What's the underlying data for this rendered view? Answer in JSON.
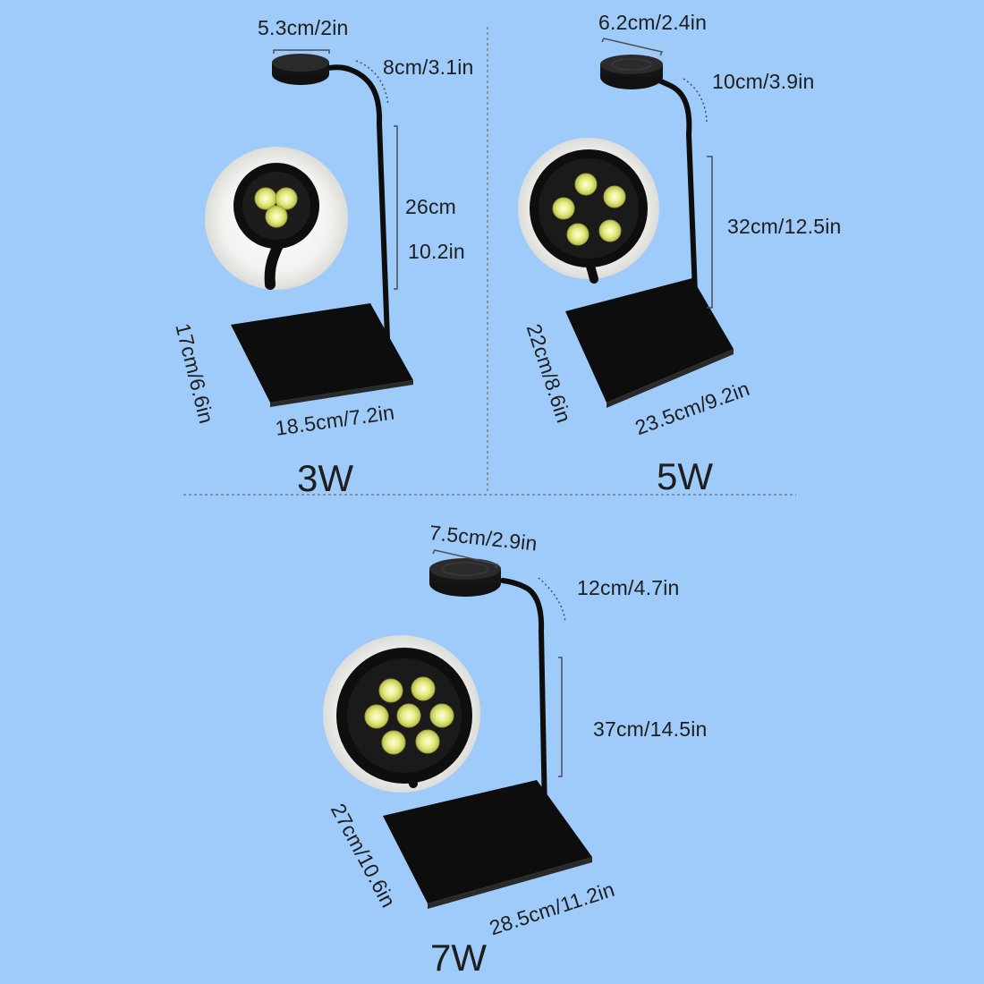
{
  "colors": {
    "background": "#9ecbf9",
    "metal": "#0d0d0d",
    "led": "#e6ec84",
    "divider": "#7a7f86",
    "dim_line": "#4a4f55"
  },
  "models": [
    {
      "id": "3w",
      "watt": "3W",
      "head_diameter": "5.3cm/2in",
      "gooseneck_length": "8cm/3.1in",
      "pole_height_cm": "26cm",
      "pole_height_in": "10.2in",
      "base_depth": "17cm/6.6in",
      "base_width": "18.5cm/7.2in",
      "led_count": 3
    },
    {
      "id": "5w",
      "watt": "5W",
      "head_diameter": "6.2cm/2.4in",
      "gooseneck_length": "10cm/3.9in",
      "pole_height": "32cm/12.5in",
      "base_depth": "22cm/8.6in",
      "base_width": "23.5cm/9.2in",
      "led_count": 5
    },
    {
      "id": "7w",
      "watt": "7W",
      "head_diameter": "7.5cm/2.9in",
      "gooseneck_length": "12cm/4.7in",
      "pole_height": "37cm/14.5in",
      "base_depth": "27cm/10.6in",
      "base_width": "28.5cm/11.2in",
      "led_count": 7
    }
  ]
}
